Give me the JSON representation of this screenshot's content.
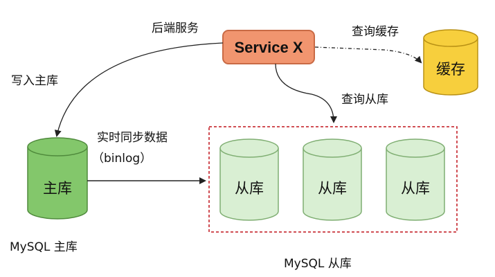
{
  "service": {
    "label": "Service X",
    "caption": "后端服务"
  },
  "cache": {
    "label": "缓存",
    "edge_label": "查询缓存"
  },
  "master": {
    "label": "主库",
    "caption": "MySQL 主库",
    "edge_label": "写入主库"
  },
  "replicas": {
    "edge_label": "查询从库",
    "caption": "MySQL 从库",
    "items": [
      {
        "label": "从库"
      },
      {
        "label": "从库"
      },
      {
        "label": "从库"
      }
    ]
  },
  "sync": {
    "line1": "实时同步数据",
    "line2": "（binlog）"
  },
  "colors": {
    "service_fill": "#f1956f",
    "service_stroke": "#c96a45",
    "cache_fill": "#f7cf3d",
    "cache_stroke": "#b99115",
    "master_fill": "#83c76b",
    "master_stroke": "#4f8a3c",
    "replica_fill": "#d9efd3",
    "replica_stroke": "#7fae72",
    "group_border": "#c0141c",
    "arrow": "#222222"
  }
}
